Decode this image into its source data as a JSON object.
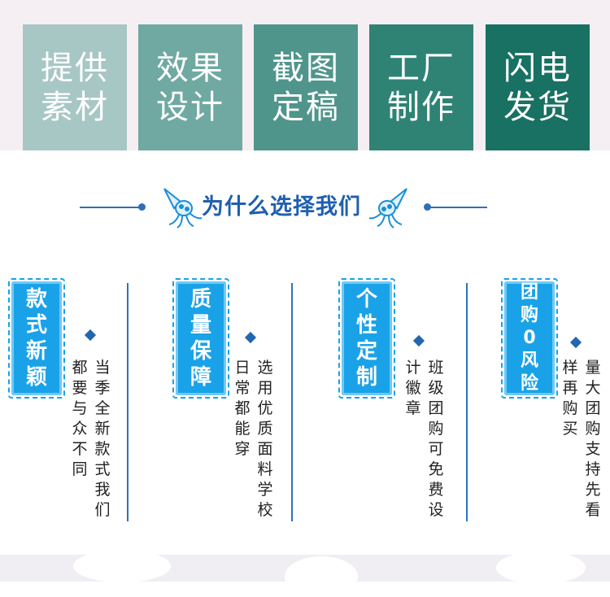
{
  "process_steps": [
    {
      "line1": "提供",
      "line2": "素材",
      "color": "#a7c7c4"
    },
    {
      "line1": "效果",
      "line2": "设计",
      "color": "#6fa9a2"
    },
    {
      "line1": "截图",
      "line2": "定稿",
      "color": "#4f958b"
    },
    {
      "line1": "工厂",
      "line2": "制作",
      "color": "#2f8375"
    },
    {
      "line1": "闪电",
      "line2": "发货",
      "color": "#187162"
    }
  ],
  "section": {
    "title": "为什么选择我们"
  },
  "features": [
    {
      "badge": "款式新颖",
      "col1": "当季全新款式我们",
      "col2": "都要与众不同"
    },
    {
      "badge": "质量保障",
      "col1": "选用优质面料学校",
      "col2": "日常都能穿"
    },
    {
      "badge": "个性定制",
      "col1": "班级团购可免费设",
      "col2": "计徽章"
    },
    {
      "badge": "团购0风险",
      "col1": "量大团购支持先看",
      "col2": "样再购买"
    }
  ],
  "colors": {
    "accent": "#2e6fb8",
    "badge": "#1aa2e8"
  }
}
